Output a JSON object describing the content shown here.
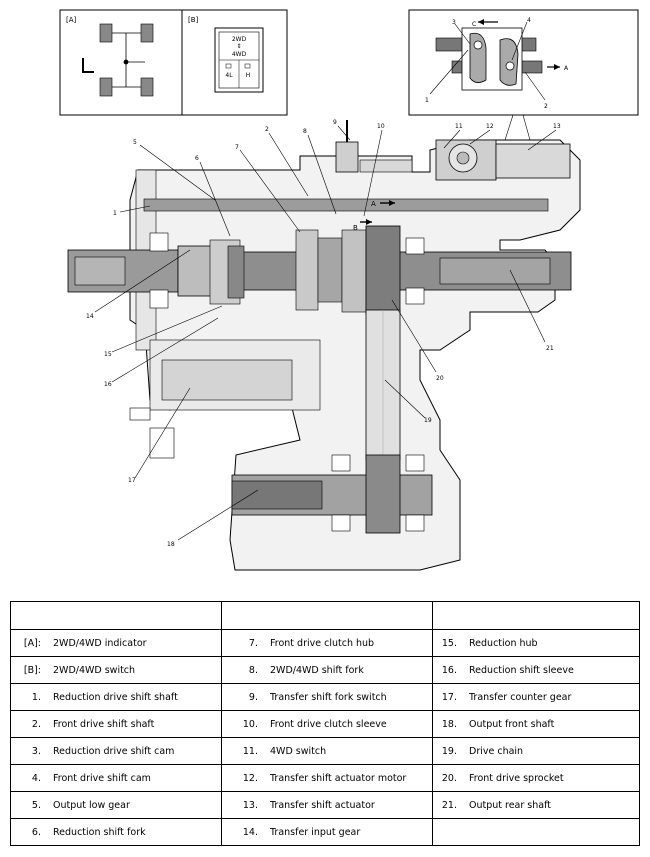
{
  "insets": {
    "a_label": "[A]",
    "b_label": "[B]",
    "switch_top": "2WD",
    "switch_bottom": "4WD",
    "switch_left": "4L",
    "switch_right": "H"
  },
  "callouts": [
    "1",
    "2",
    "3",
    "4",
    "5",
    "6",
    "7",
    "8",
    "9",
    "10",
    "11",
    "12",
    "13",
    "14",
    "15",
    "16",
    "17",
    "18",
    "19",
    "20",
    "21"
  ],
  "detail_callouts": {
    "n3": "3",
    "c": "C",
    "n4": "4",
    "a": "A",
    "n1": "1",
    "n2": "2"
  },
  "section_markers": {
    "a": "A",
    "b": "B"
  },
  "legend": {
    "col1": [
      {
        "key": "[A]:",
        "value": "2WD/4WD indicator"
      },
      {
        "key": "[B]:",
        "value": "2WD/4WD switch"
      },
      {
        "key": "1.",
        "value": "Reduction drive shift shaft"
      },
      {
        "key": "2.",
        "value": "Front drive shift shaft"
      },
      {
        "key": "3.",
        "value": "Reduction drive shift cam"
      },
      {
        "key": "4.",
        "value": "Front drive shift cam"
      },
      {
        "key": "5.",
        "value": "Output low gear"
      },
      {
        "key": "6.",
        "value": "Reduction shift fork"
      }
    ],
    "col2": [
      {
        "key": "7.",
        "value": "Front drive clutch hub"
      },
      {
        "key": "8.",
        "value": "2WD/4WD shift fork"
      },
      {
        "key": "9.",
        "value": "Transfer shift fork switch"
      },
      {
        "key": "10.",
        "value": "Front drive clutch sleeve"
      },
      {
        "key": "11.",
        "value": "4WD switch"
      },
      {
        "key": "12.",
        "value": "Transfer shift actuator motor"
      },
      {
        "key": "13.",
        "value": "Transfer shift actuator"
      },
      {
        "key": "14.",
        "value": "Transfer input gear"
      }
    ],
    "col3": [
      {
        "key": "15.",
        "value": "Reduction hub"
      },
      {
        "key": "16.",
        "value": "Reduction shift sleeve"
      },
      {
        "key": "17.",
        "value": "Transfer counter gear"
      },
      {
        "key": "18.",
        "value": "Output front shaft"
      },
      {
        "key": "19.",
        "value": "Drive chain"
      },
      {
        "key": "20.",
        "value": "Front drive sprocket"
      },
      {
        "key": "21.",
        "value": "Output rear shaft"
      },
      {
        "key": "",
        "value": ""
      }
    ]
  }
}
